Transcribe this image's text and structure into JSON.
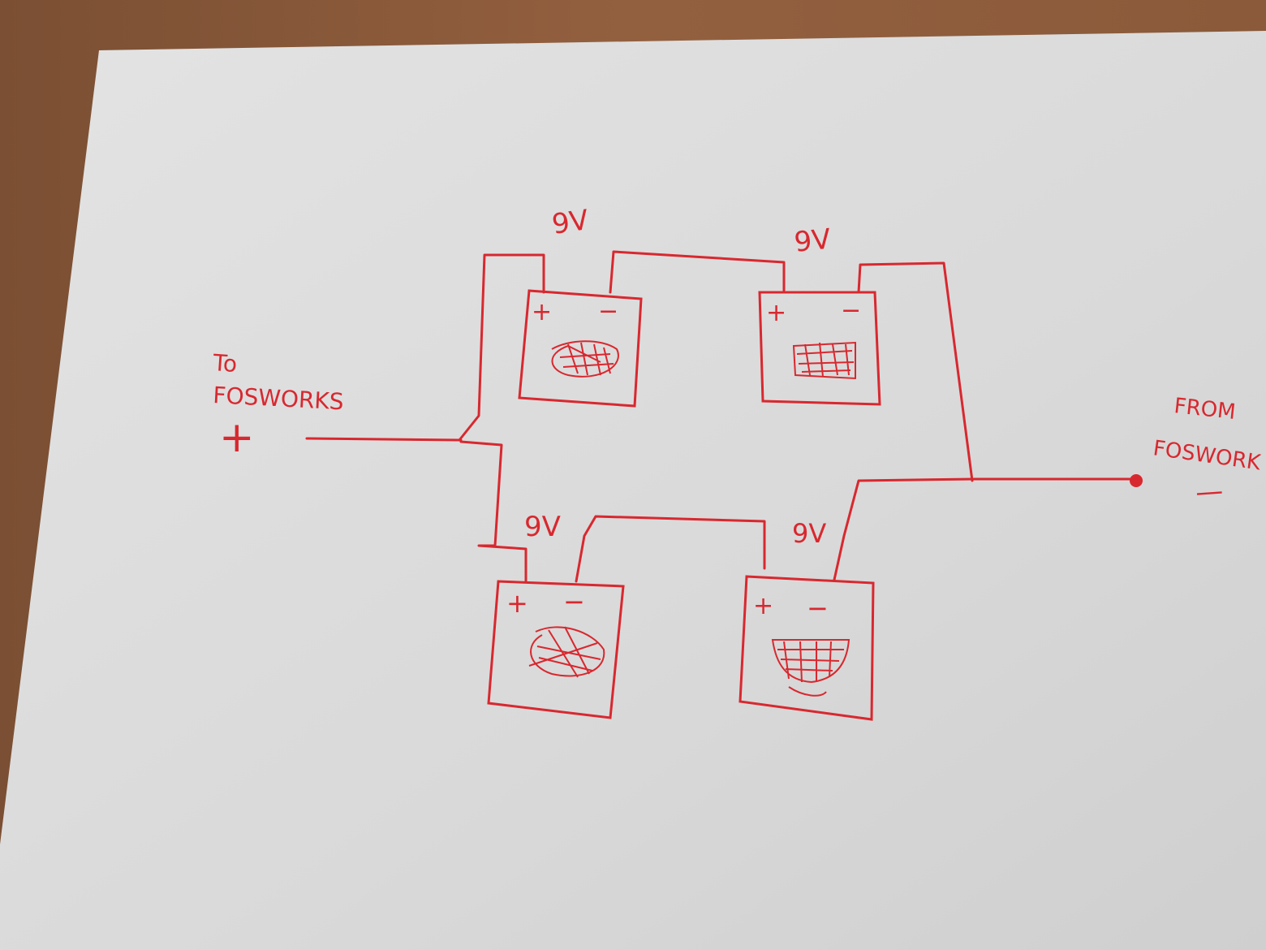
{
  "colors": {
    "table": "#8c5b3b",
    "paper": "#dedede",
    "ink": "#d8282f"
  },
  "left_note": {
    "line1": "To",
    "line2": "FOSWORKS",
    "polarity": "+"
  },
  "right_note": {
    "line1": "FROM",
    "line2": "FOSWORK",
    "polarity": "—"
  },
  "batteries": [
    {
      "voltage": "9V",
      "plus": "+",
      "minus": "−"
    },
    {
      "voltage": "9V",
      "plus": "+",
      "minus": "−"
    },
    {
      "voltage": "9V",
      "plus": "+",
      "minus": "−"
    },
    {
      "voltage": "9V",
      "plus": "+",
      "minus": "−"
    }
  ]
}
